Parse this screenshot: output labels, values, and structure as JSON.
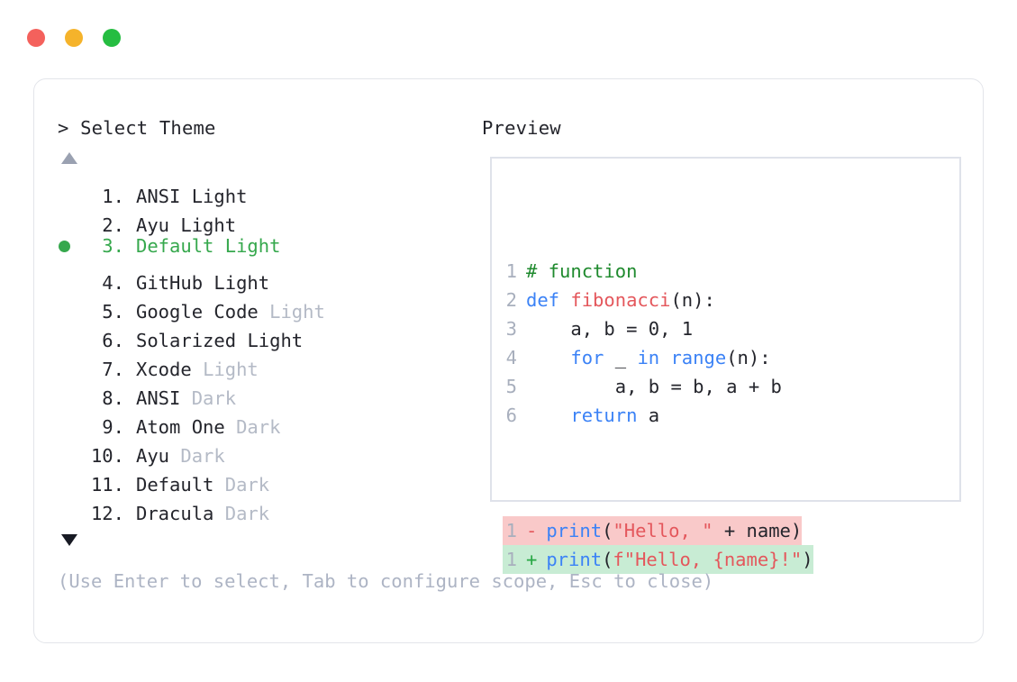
{
  "window": {
    "traffic_lights": [
      {
        "name": "close",
        "color": "#f4615c"
      },
      {
        "name": "minimize",
        "color": "#f5b32b"
      },
      {
        "name": "maximize",
        "color": "#25bd41"
      }
    ]
  },
  "selector": {
    "prompt": "> Select Theme",
    "scroll_up_icon": "triangle-up",
    "scroll_down_icon": "triangle-down",
    "selected_index": 3,
    "selected_color": "#36a84d",
    "muted_color": "#b4bac6",
    "items": [
      {
        "index": " 1.",
        "name": "ANSI",
        "suffix": "Light",
        "suffix_muted": false,
        "selected": false
      },
      {
        "index": " 2.",
        "name": "Ayu",
        "suffix": "Light",
        "suffix_muted": false,
        "selected": false
      },
      {
        "index": " 3.",
        "name": "Default",
        "suffix": "Light",
        "suffix_muted": false,
        "selected": true
      },
      {
        "index": " 4.",
        "name": "GitHub",
        "suffix": "Light",
        "suffix_muted": false,
        "selected": false
      },
      {
        "index": " 5.",
        "name": "Google Code",
        "suffix": "Light",
        "suffix_muted": true,
        "selected": false
      },
      {
        "index": " 6.",
        "name": "Solarized",
        "suffix": "Light",
        "suffix_muted": false,
        "selected": false
      },
      {
        "index": " 7.",
        "name": "Xcode",
        "suffix": "Light",
        "suffix_muted": true,
        "selected": false
      },
      {
        "index": " 8.",
        "name": "ANSI",
        "suffix": "Dark",
        "suffix_muted": true,
        "selected": false
      },
      {
        "index": " 9.",
        "name": "Atom One",
        "suffix": "Dark",
        "suffix_muted": true,
        "selected": false
      },
      {
        "index": "10.",
        "name": "Ayu",
        "suffix": "Dark",
        "suffix_muted": true,
        "selected": false
      },
      {
        "index": "11.",
        "name": "Default",
        "suffix": "Dark",
        "suffix_muted": true,
        "selected": false
      },
      {
        "index": "12.",
        "name": "Dracula",
        "suffix": "Dark",
        "suffix_muted": true,
        "selected": false
      }
    ],
    "hint": "(Use Enter to select, Tab to configure scope, Esc to close)"
  },
  "preview": {
    "heading": "Preview",
    "code_lines": [
      {
        "num": "1",
        "tokens": [
          {
            "t": "# function",
            "c": "comment"
          }
        ]
      },
      {
        "num": "2",
        "tokens": [
          {
            "t": "def ",
            "c": "keyword"
          },
          {
            "t": "fibonacci",
            "c": "func"
          },
          {
            "t": "(n):",
            "c": "plain"
          }
        ]
      },
      {
        "num": "3",
        "tokens": [
          {
            "t": "    a, b = 0, 1",
            "c": "plain"
          }
        ]
      },
      {
        "num": "4",
        "tokens": [
          {
            "t": "    ",
            "c": "plain"
          },
          {
            "t": "for",
            "c": "keyword"
          },
          {
            "t": " _ ",
            "c": "plain"
          },
          {
            "t": "in",
            "c": "keyword"
          },
          {
            "t": " ",
            "c": "plain"
          },
          {
            "t": "range",
            "c": "builtin"
          },
          {
            "t": "(n):",
            "c": "plain"
          }
        ]
      },
      {
        "num": "5",
        "tokens": [
          {
            "t": "        a, b = b, a + b",
            "c": "plain"
          }
        ]
      },
      {
        "num": "6",
        "tokens": [
          {
            "t": "    ",
            "c": "plain"
          },
          {
            "t": "return",
            "c": "keyword"
          },
          {
            "t": " a",
            "c": "plain"
          }
        ]
      }
    ],
    "diff_lines": [
      {
        "num": "1",
        "marker": "-",
        "marker_kind": "del",
        "kind": "del",
        "bg": "#f9c9c9",
        "tokens": [
          {
            "t": "print",
            "c": "builtin"
          },
          {
            "t": "(",
            "c": "plain"
          },
          {
            "t": "\"Hello, \"",
            "c": "string"
          },
          {
            "t": " + name)",
            "c": "plain"
          }
        ]
      },
      {
        "num": "1",
        "marker": "+",
        "marker_kind": "add",
        "kind": "add",
        "bg": "#c8ecd4",
        "tokens": [
          {
            "t": "print",
            "c": "builtin"
          },
          {
            "t": "(",
            "c": "plain"
          },
          {
            "t": "f\"Hello, {name}!\"",
            "c": "string"
          },
          {
            "t": ")",
            "c": "plain"
          }
        ]
      }
    ]
  }
}
